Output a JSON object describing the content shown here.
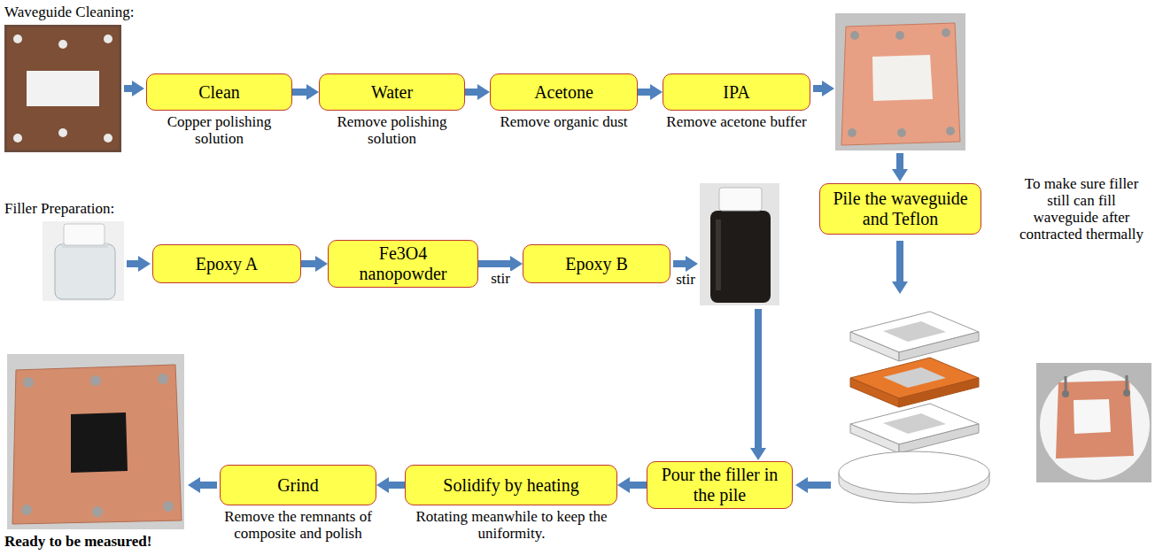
{
  "diagram": {
    "nodes": [
      {
        "text": [
          "Clean"
        ]
      },
      {
        "text": [
          "Water"
        ]
      },
      {
        "text": [
          "Acetone"
        ]
      },
      {
        "text": [
          "IPA"
        ]
      },
      {
        "text": [
          "Pile the waveguide and Teflon"
        ]
      },
      {
        "text": [
          "Epoxy A"
        ]
      },
      {
        "text": [
          "Fe3O4 nanopowder"
        ]
      },
      {
        "text": [
          "Epoxy B"
        ]
      },
      {
        "text": [
          "Pour the filler in the pile"
        ]
      },
      {
        "text": [
          "Solidify by heating"
        ]
      },
      {
        "text": [
          "Grind"
        ]
      }
    ],
    "edges": [
      {
        "from": 0,
        "to": 1,
        "arrow": "to"
      },
      {
        "from": 1,
        "to": 2,
        "arrow": "to"
      },
      {
        "from": 2,
        "to": 3,
        "arrow": "to"
      },
      {
        "from": 5,
        "to": 6,
        "arrow": "to"
      },
      {
        "from": 6,
        "to": 7,
        "arrow": "to",
        "label": "stir"
      },
      {
        "from": 8,
        "to": 9,
        "arrow": "to"
      },
      {
        "from": 9,
        "to": 10,
        "arrow": "to"
      }
    ],
    "labels": [
      "Waveguide Cleaning:",
      "Copper polishing solution",
      "Remove polishing solution",
      "Remove organic dust",
      "Remove acetone buffer",
      "To make sure filler still can fill waveguide after contracted thermally",
      "Filler Preparation:",
      "stir",
      "Rotating meanwhile to keep the uniformity.",
      "Remove the remnants of composite and polish",
      "Ready to be measured!"
    ]
  }
}
